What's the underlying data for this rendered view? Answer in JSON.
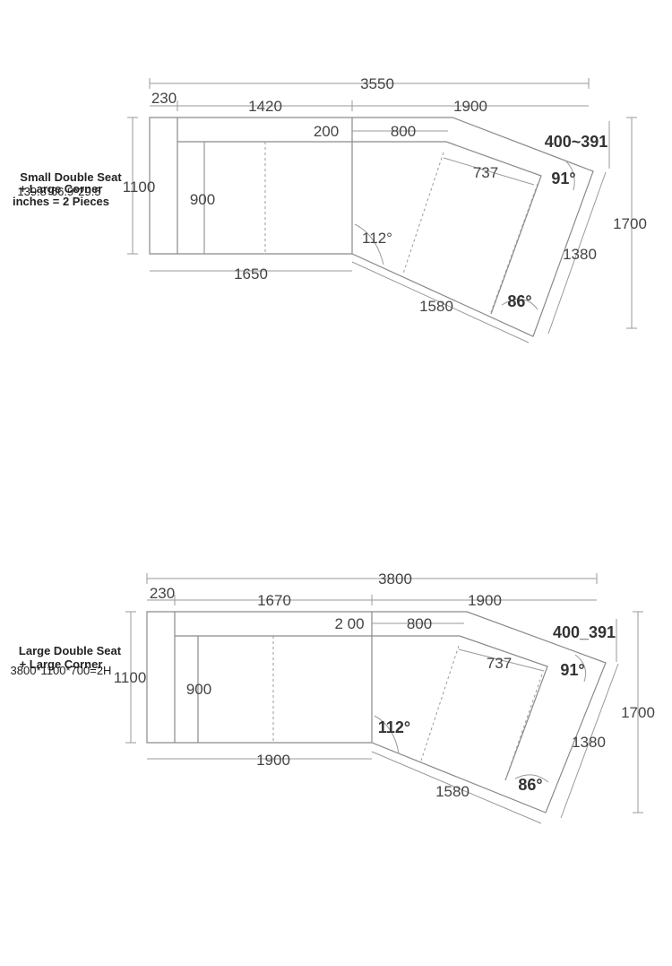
{
  "diagram_1": {
    "caption_title": "Small Double Seat",
    "caption_line2": "+ Large Corner",
    "caption_line3": "139.8*66.9*29.5",
    "caption_line4": "inches = 2 Pieces",
    "dim_total_width": "3550",
    "dim_armrest": "230",
    "dim_seat_width": "1420",
    "dim_corner_width": "1900",
    "dim_gap": "200",
    "dim_inner_seat": "800",
    "dim_corner_depth": "400~391",
    "dim_depth": "1100",
    "dim_seat_depth": "900",
    "dim_diag_seat": "737",
    "angle_top": "91°",
    "angle_inner": "112°",
    "angle_bottom": "86°",
    "dim_bottom_width": "1650",
    "dim_bottom_diag": "1580",
    "dim_side_diag": "1380",
    "dim_total_depth": "1700"
  },
  "diagram_2": {
    "caption_title": "Large Double Seat",
    "caption_line2": "+ Large Corner",
    "caption_line3": "3800*1100*700=2H",
    "dim_total_width": "3800",
    "dim_armrest": "230",
    "dim_seat_width": "1670",
    "dim_corner_width": "1900",
    "dim_gap": "2 00",
    "dim_inner_seat": "800",
    "dim_corner_depth": "400_391",
    "dim_depth": "1100",
    "dim_seat_depth": "900",
    "dim_diag_seat": "737",
    "angle_top": "91°",
    "angle_inner": "112°",
    "angle_bottom": "86°",
    "dim_bottom_width": "1900",
    "dim_bottom_diag": "1580",
    "dim_side_diag": "1380",
    "dim_total_depth": "1700"
  }
}
